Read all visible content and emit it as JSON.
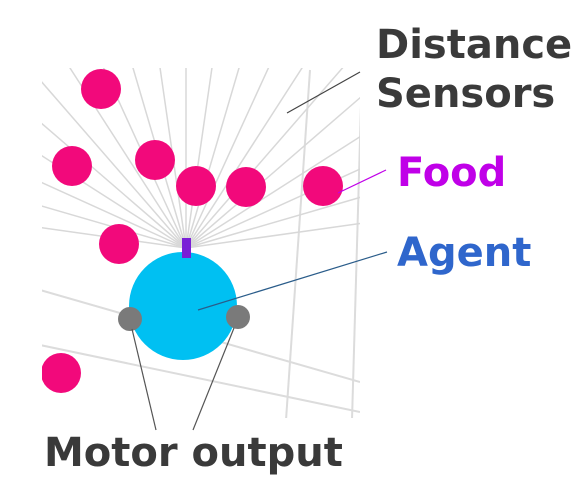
{
  "labels": {
    "distance_sensors_line1": "Distance",
    "distance_sensors_line2": "Sensors",
    "food": "Food",
    "agent": "Agent",
    "motor_output": "Motor output"
  },
  "colors": {
    "food": "#f2097b",
    "food_label": "#c000e8",
    "agent_body": "#00c0f2",
    "agent_label": "#2f66cc",
    "agent_heading": "#7a1fd6",
    "motor": "#7a7a7a",
    "sensor_ray": "#d8d8d8",
    "grid": "#dcdcdc",
    "label_dark": "#3a3a3a",
    "leader_line": "#333333"
  },
  "icons": {
    "food": "pink-circle",
    "agent": "blue-circle",
    "motor": "gray-circle"
  }
}
